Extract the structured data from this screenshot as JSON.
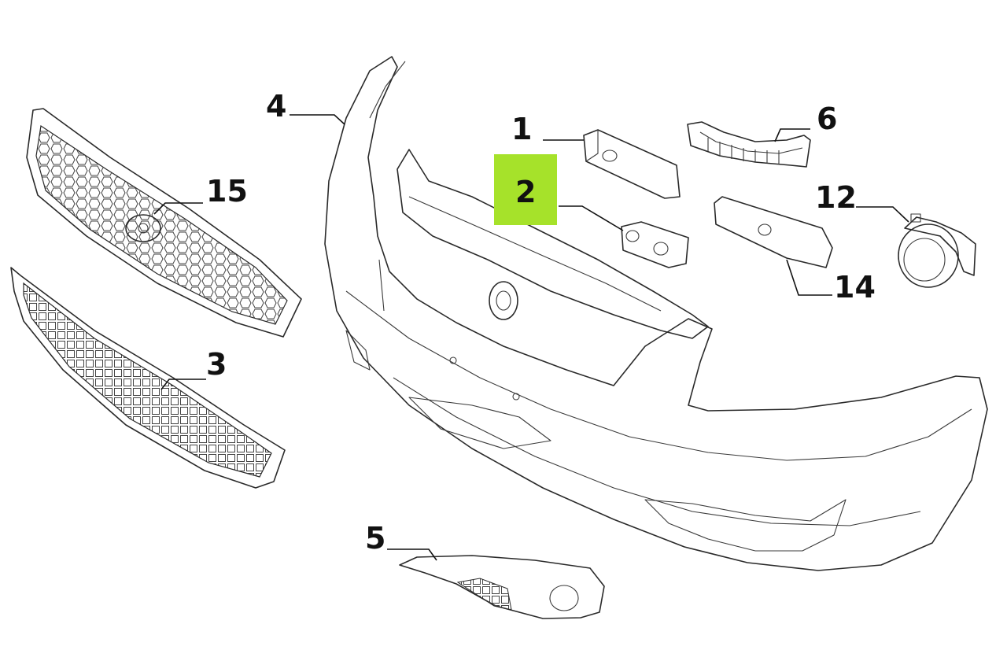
{
  "diagram": {
    "highlight_color": "#a6e22a",
    "callouts": {
      "c1": "1",
      "c2": "2",
      "c3": "3",
      "c4": "4",
      "c5": "5",
      "c6": "6",
      "c12": "12",
      "c14": "14",
      "c15": "15"
    },
    "highlighted_callout": "2"
  }
}
